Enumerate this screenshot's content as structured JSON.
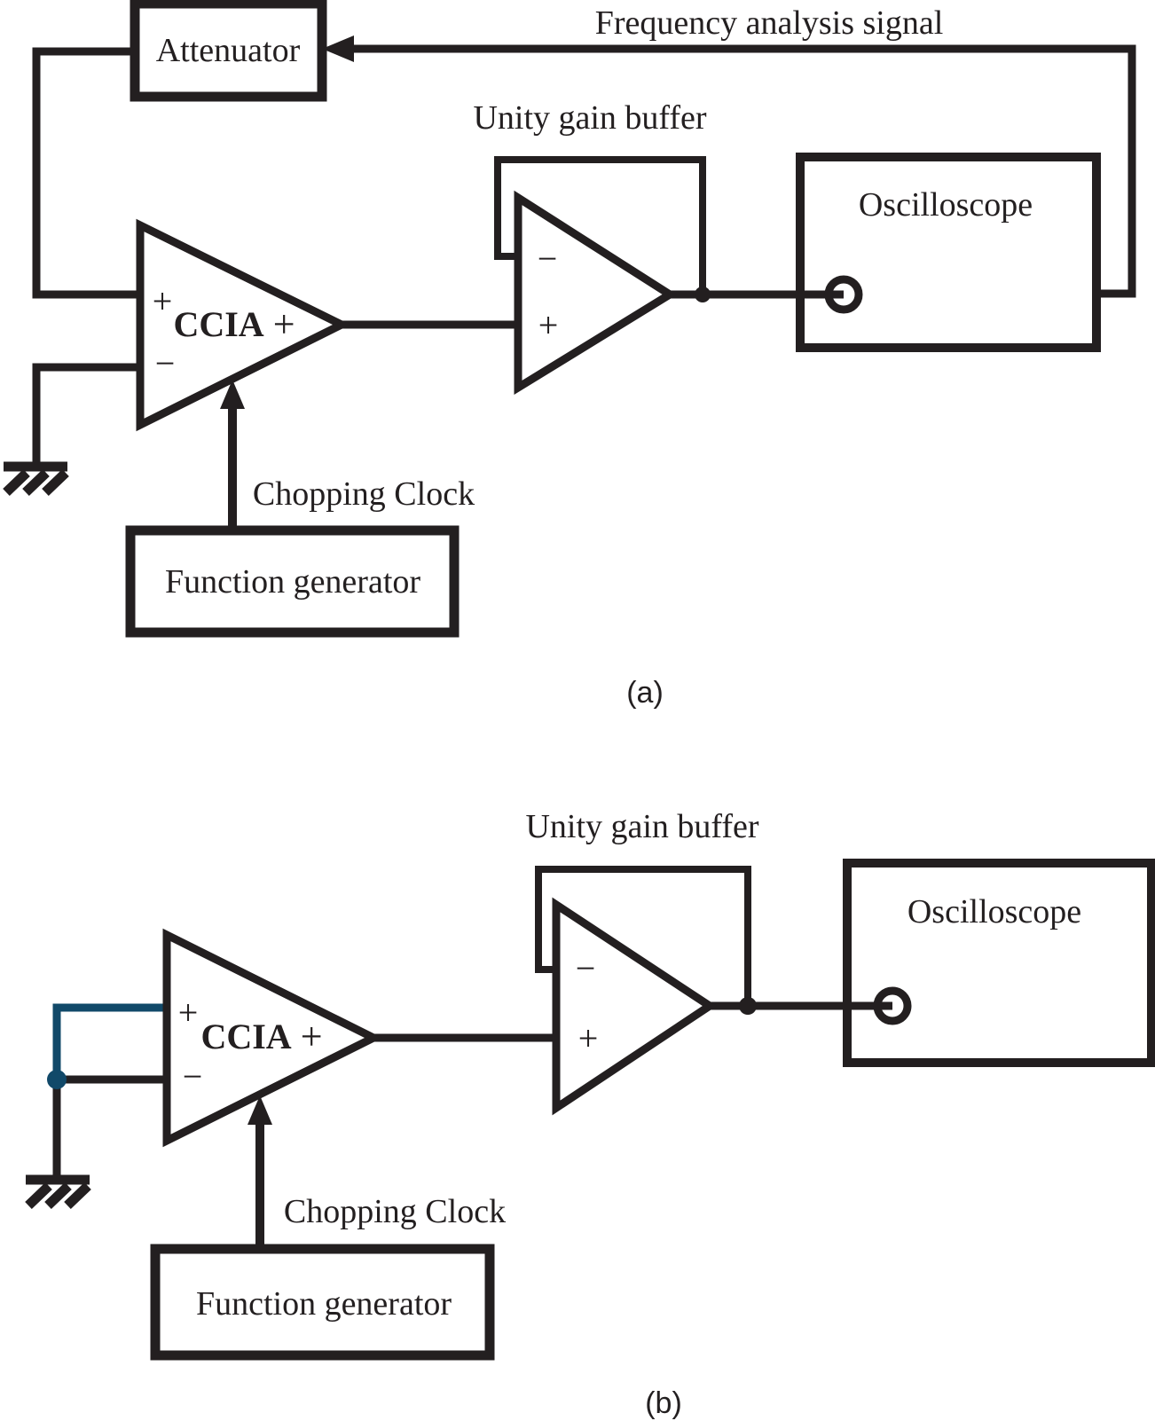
{
  "colors": {
    "line": "#231f20",
    "accent_blue": "#114969",
    "background": "#ffffff"
  },
  "diagram_a": {
    "caption": "(a)",
    "frequency_signal_label": "Frequency analysis signal",
    "attenuator": {
      "label": "Attenuator"
    },
    "unity_gain_buffer": {
      "label": "Unity gain buffer",
      "minus": "−",
      "plus": "+"
    },
    "ccia": {
      "name": "CCIA",
      "output_sign": "+",
      "plus_input": "+",
      "minus_input": "−"
    },
    "oscilloscope": {
      "label": "Oscilloscope"
    },
    "chopping_clock_label": "Chopping Clock",
    "function_generator": {
      "label": "Function generator"
    }
  },
  "diagram_b": {
    "caption": "(b)",
    "unity_gain_buffer": {
      "label": "Unity gain buffer",
      "minus": "−",
      "plus": "+"
    },
    "ccia": {
      "name": "CCIA",
      "output_sign": "+",
      "plus_input": "+",
      "minus_input": "−"
    },
    "oscilloscope": {
      "label": "Oscilloscope"
    },
    "chopping_clock_label": "Chopping Clock",
    "function_generator": {
      "label": "Function generator"
    }
  }
}
